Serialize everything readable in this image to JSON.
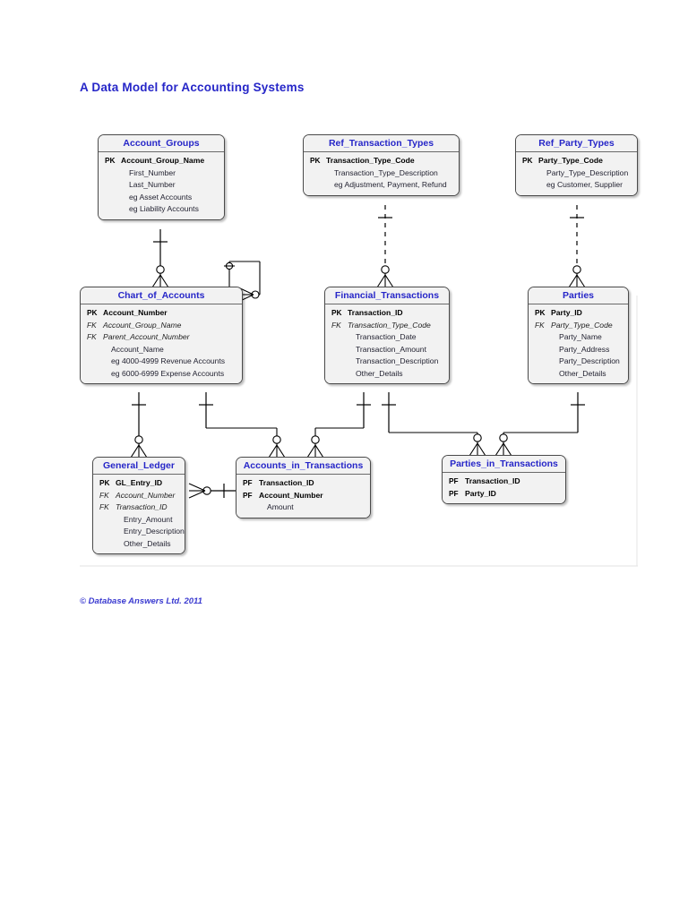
{
  "page": {
    "title": "A Data Model for Accounting Systems",
    "copyright": "© Database Answers Ltd. 2011",
    "title_color": "#2626c8",
    "entity_title_color": "#2626c8",
    "entity_fill": "#f2f2f2",
    "line_color": "#000000"
  },
  "entities": [
    {
      "id": "account-groups",
      "name": "Account_Groups",
      "attributes": [
        {
          "key": "PK",
          "name": "Account_Group_Name",
          "kind": "pk"
        },
        {
          "key": "",
          "name": "First_Number",
          "kind": "plain"
        },
        {
          "key": "",
          "name": "Last_Number",
          "kind": "plain"
        },
        {
          "key": "",
          "name": "eg Asset Accounts",
          "kind": "note"
        },
        {
          "key": "",
          "name": "eg Liability Accounts",
          "kind": "note"
        }
      ]
    },
    {
      "id": "ref-transaction-types",
      "name": "Ref_Transaction_Types",
      "attributes": [
        {
          "key": "PK",
          "name": "Transaction_Type_Code",
          "kind": "pk"
        },
        {
          "key": "",
          "name": "Transaction_Type_Description",
          "kind": "plain"
        },
        {
          "key": "",
          "name": "eg Adjustment, Payment, Refund",
          "kind": "note"
        }
      ]
    },
    {
      "id": "ref-party-types",
      "name": "Ref_Party_Types",
      "attributes": [
        {
          "key": "PK",
          "name": "Party_Type_Code",
          "kind": "pk"
        },
        {
          "key": "",
          "name": "Party_Type_Description",
          "kind": "plain"
        },
        {
          "key": "",
          "name": "eg Customer, Supplier",
          "kind": "note"
        }
      ]
    },
    {
      "id": "chart-of-accounts",
      "name": "Chart_of_Accounts",
      "attributes": [
        {
          "key": "PK",
          "name": "Account_Number",
          "kind": "pk"
        },
        {
          "key": "FK",
          "name": "Account_Group_Name",
          "kind": "fk"
        },
        {
          "key": "FK",
          "name": "Parent_Account_Number",
          "kind": "fk"
        },
        {
          "key": "",
          "name": "Account_Name",
          "kind": "plain"
        },
        {
          "key": "",
          "name": "eg 4000-4999 Revenue Accounts",
          "kind": "note"
        },
        {
          "key": "",
          "name": "eg 6000-6999 Expense Accounts",
          "kind": "note"
        }
      ]
    },
    {
      "id": "financial-transactions",
      "name": "Financial_Transactions",
      "attributes": [
        {
          "key": "PK",
          "name": "Transaction_ID",
          "kind": "pk"
        },
        {
          "key": "FK",
          "name": "Transaction_Type_Code",
          "kind": "fk"
        },
        {
          "key": "",
          "name": "Transaction_Date",
          "kind": "plain"
        },
        {
          "key": "",
          "name": "Transaction_Amount",
          "kind": "plain"
        },
        {
          "key": "",
          "name": "Transaction_Description",
          "kind": "plain"
        },
        {
          "key": "",
          "name": "Other_Details",
          "kind": "plain"
        }
      ]
    },
    {
      "id": "parties",
      "name": "Parties",
      "attributes": [
        {
          "key": "PK",
          "name": "Party_ID",
          "kind": "pk"
        },
        {
          "key": "FK",
          "name": "Party_Type_Code",
          "kind": "fk"
        },
        {
          "key": "",
          "name": "Party_Name",
          "kind": "plain"
        },
        {
          "key": "",
          "name": "Party_Address",
          "kind": "plain"
        },
        {
          "key": "",
          "name": "Party_Description",
          "kind": "plain"
        },
        {
          "key": "",
          "name": "Other_Details",
          "kind": "plain"
        }
      ]
    },
    {
      "id": "general-ledger",
      "name": "General_Ledger",
      "attributes": [
        {
          "key": "PK",
          "name": "GL_Entry_ID",
          "kind": "pk"
        },
        {
          "key": "FK",
          "name": "Account_Number",
          "kind": "fk"
        },
        {
          "key": "FK",
          "name": "Transaction_ID",
          "kind": "fk"
        },
        {
          "key": "",
          "name": "Entry_Amount",
          "kind": "plain"
        },
        {
          "key": "",
          "name": "Entry_Description",
          "kind": "plain"
        },
        {
          "key": "",
          "name": "Other_Details",
          "kind": "plain"
        }
      ]
    },
    {
      "id": "accounts-in-transactions",
      "name": "Accounts_in_Transactions",
      "attributes": [
        {
          "key": "PF",
          "name": "Transaction_ID",
          "kind": "pf"
        },
        {
          "key": "PF",
          "name": "Account_Number",
          "kind": "pf"
        },
        {
          "key": "",
          "name": "Amount",
          "kind": "plain"
        }
      ]
    },
    {
      "id": "parties-in-transactions",
      "name": "Parties_in_Transactions",
      "attributes": [
        {
          "key": "PF",
          "name": "Transaction_ID",
          "kind": "pf"
        },
        {
          "key": "PF",
          "name": "Party_ID",
          "kind": "pf"
        }
      ]
    }
  ],
  "relationships": [
    {
      "from": "account-groups",
      "to": "chart-of-accounts",
      "style": "solid",
      "notation": "one-to-zero-or-many"
    },
    {
      "from": "chart-of-accounts",
      "to": "chart-of-accounts",
      "style": "solid",
      "notation": "recursive-zero-or-many"
    },
    {
      "from": "ref-transaction-types",
      "to": "financial-transactions",
      "style": "dashed",
      "notation": "one-to-zero-or-many"
    },
    {
      "from": "ref-party-types",
      "to": "parties",
      "style": "dashed",
      "notation": "one-to-zero-or-many"
    },
    {
      "from": "chart-of-accounts",
      "to": "general-ledger",
      "style": "solid",
      "notation": "one-to-zero-or-many"
    },
    {
      "from": "chart-of-accounts",
      "to": "accounts-in-transactions",
      "style": "solid",
      "notation": "one-to-zero-or-many"
    },
    {
      "from": "financial-transactions",
      "to": "accounts-in-transactions",
      "style": "solid",
      "notation": "one-to-zero-or-many"
    },
    {
      "from": "financial-transactions",
      "to": "parties-in-transactions",
      "style": "solid",
      "notation": "one-to-zero-or-many"
    },
    {
      "from": "parties",
      "to": "parties-in-transactions",
      "style": "solid",
      "notation": "one-to-zero-or-many"
    },
    {
      "from": "general-ledger",
      "to": "accounts-in-transactions",
      "style": "solid",
      "notation": "zero-or-many-to-one"
    }
  ]
}
